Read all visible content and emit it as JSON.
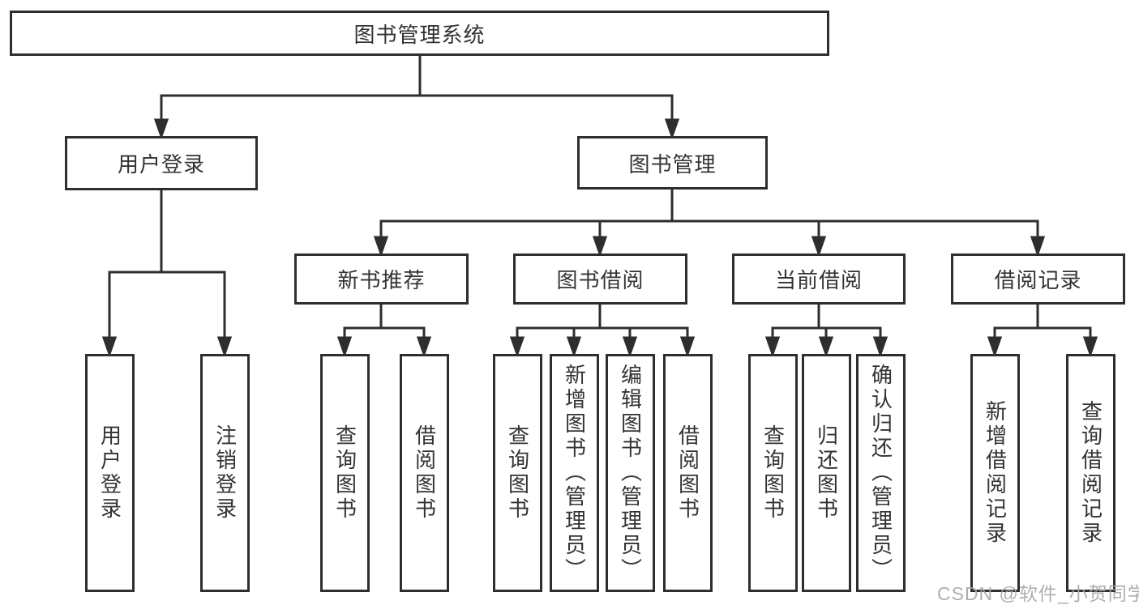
{
  "diagram": {
    "colors": {
      "line": "#2e2e2e",
      "box_border": "#2e2e2e",
      "text": "#333333",
      "background": "#ffffff",
      "watermark": "#a6a6a6"
    },
    "tree": {
      "root": {
        "label": "图书管理系统",
        "children": [
          {
            "label": "用户登录",
            "children": [
              {
                "label": "用户登录"
              },
              {
                "label": "注销登录"
              }
            ]
          },
          {
            "label": "图书管理",
            "children": [
              {
                "label": "新书推荐",
                "children": [
                  {
                    "label": "查询图书"
                  },
                  {
                    "label": "借阅图书"
                  }
                ]
              },
              {
                "label": "图书借阅",
                "children": [
                  {
                    "label": "查询图书"
                  },
                  {
                    "label": "新增图书（管理员）"
                  },
                  {
                    "label": "编辑图书（管理员）"
                  },
                  {
                    "label": "借阅图书"
                  }
                ]
              },
              {
                "label": "当前借阅",
                "children": [
                  {
                    "label": "查询图书"
                  },
                  {
                    "label": "归还图书"
                  },
                  {
                    "label": "确认归还（管理员）"
                  }
                ]
              },
              {
                "label": "借阅记录",
                "children": [
                  {
                    "label": "新增借阅记录"
                  },
                  {
                    "label": "查询借阅记录"
                  }
                ]
              }
            ]
          }
        ]
      }
    },
    "watermark": {
      "text": "CSDN @软件_小贺同学"
    }
  }
}
